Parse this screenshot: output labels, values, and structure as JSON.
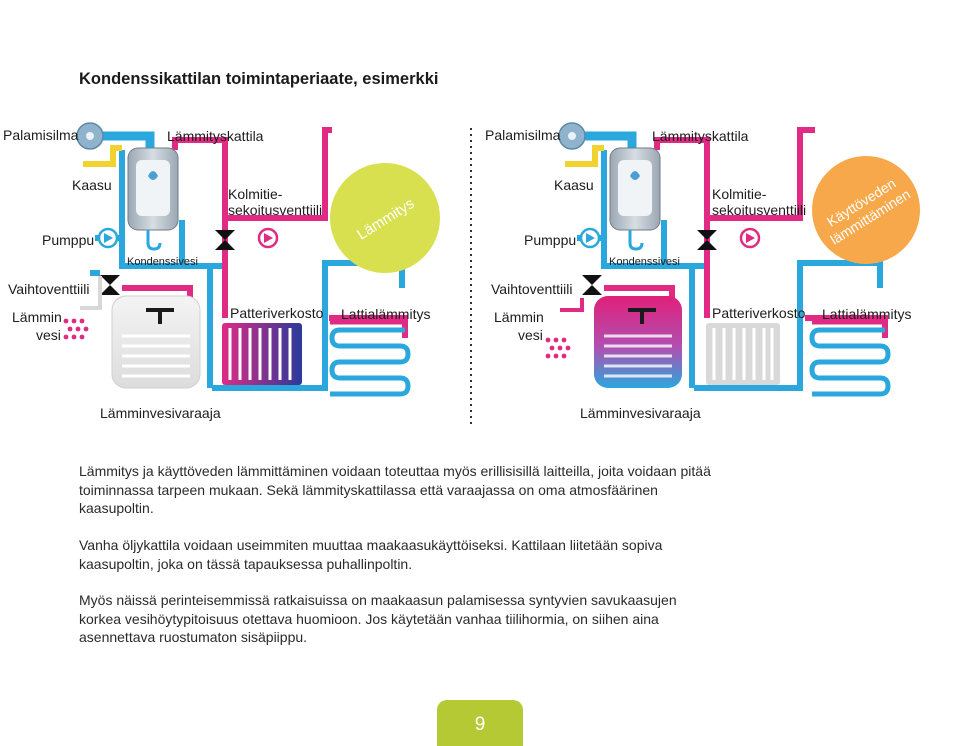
{
  "title": "Kondenssikattilan toimintaperiaate, esimerkki",
  "diagram_left": {
    "palamisilma": "Palamisilma",
    "lammityskattila": "Lämmityskattila",
    "kaasu": "Kaasu",
    "kolmitie_line1": "Kolmitie-",
    "kolmitie_line2": "sekoitusventtiili",
    "pumppu": "Pumppu",
    "kondenssivesi": "Kondenssivesi",
    "vaihtoventtiili": "Vaihtoventtiili",
    "lammin": "Lämmin",
    "vesi": "vesi",
    "patteriverkosto": "Patteriverkosto",
    "lattialammitys": "Lattialämmitys",
    "lamminvesivaraaja": "Lämminvesivaraaja",
    "circle_label": "Lämmitys"
  },
  "diagram_right": {
    "palamisilma": "Palamisilma",
    "lammityskattila": "Lämmityskattila",
    "kaasu": "Kaasu",
    "kolmitie_line1": "Kolmitie-",
    "kolmitie_line2": "sekoitusventtiili",
    "pumppu": "Pumppu",
    "kondenssivesi": "Kondenssivesi",
    "vaihtoventtiili": "Vaihtoventtiili",
    "lammin": "Lämmin",
    "vesi": "vesi",
    "patteriverkosto": "Patteriverkosto",
    "lattialammitys": "Lattialämmitys",
    "lamminvesivaraaja": "Lämminvesivaraaja",
    "circle_line1": "Käyttöveden",
    "circle_line2": "lämmittäminen"
  },
  "paragraphs": [
    "Lämmitys ja käyttöveden lämmittäminen voidaan toteuttaa myös erillisisillä laitteilla, joita voidaan pitää toiminnassa tarpeen mukaan. Sekä lämmityskattilassa että varaajassa on oma atmosfäärinen kaasupoltin.",
    "Vanha öljykattila voidaan useimmiten muuttaa maakaasukäyttöiseksi. Kattilaan liitetään sopiva kaasupoltin, joka on tässä tapauksessa puhallinpoltin.",
    "Myös näissä perinteisemmissä ratkaisuissa on maakaasun palamisessa syntyvien savukaasujen korkea vesihöytypitoisuus otettava huomioon. Jos käytetään vanhaa tiilihormia, on siihen aina asennettava ruostumaton sisäpiippu."
  ],
  "page_number": "9",
  "colors": {
    "hot_pipe": "#e02a84",
    "cold_pipe": "#2aa7dc",
    "gas_pipe": "#f2d22e",
    "lammitys_circle": "#d9e04f",
    "kayttovesi_circle": "#f7a84a",
    "page_tab": "#b5c935"
  }
}
